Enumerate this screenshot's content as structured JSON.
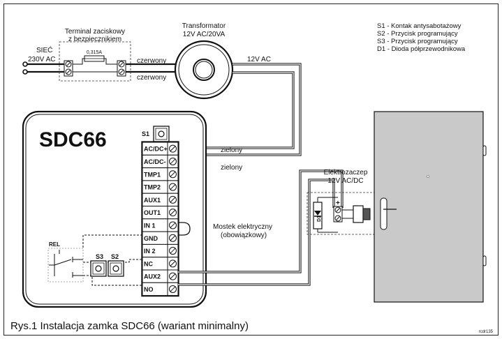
{
  "labels": {
    "mains_1": "SIEĆ",
    "mains_2": "230V AC",
    "terminal_1": "Terminal zaciskowy",
    "terminal_2": "z bezpiecznikiem",
    "fuse": "0,315A",
    "transformer_1": "Transformator",
    "transformer_2": "12V AC/20VA",
    "wire_red": "czerwony",
    "secondary": "12V AC",
    "wire_green": "zielony",
    "device": "SDC66",
    "s1": "S1",
    "s2": "S2",
    "s3": "S3",
    "rel": "REL",
    "bridge_1": "Mostek elektryczny",
    "bridge_2": "(obowiązkowy)",
    "strike_1": "Elektrozaczep",
    "strike_2": "12V AC/DC",
    "diode": "D1",
    "plus": "+",
    "caption": "Rys.1 Instalacja zamka SDC66 (wariant minimalny)",
    "code": "rcdr135"
  },
  "legend": [
    "S1 - Kontak antysabotażowy",
    "S2 - Przycisk programujący",
    "S3 - Przycisk programujący",
    "D1 - Dioda półprzewodnikowa"
  ],
  "terminals": [
    "AC/DC+",
    "AC/DC-",
    "TMP1",
    "TMP2",
    "AUX1",
    "OUT1",
    "IN 1",
    "GND",
    "IN 2",
    "NC",
    "AUX2",
    "NO"
  ]
}
